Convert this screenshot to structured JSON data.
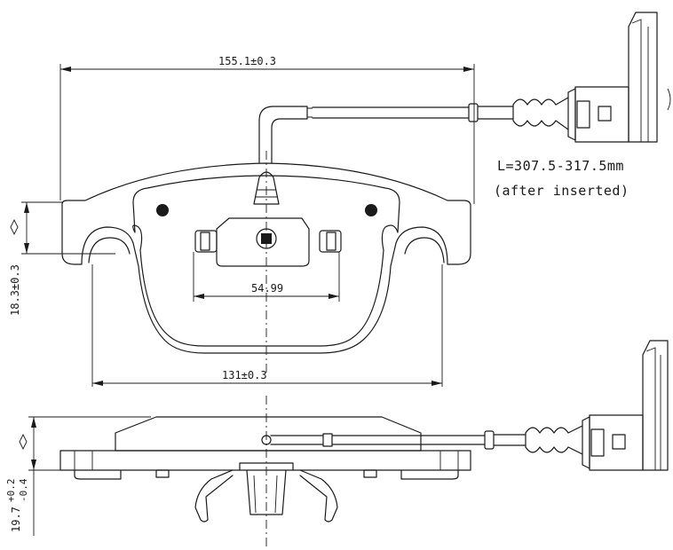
{
  "dimensions": {
    "top_width": "155.1±0.3",
    "center_spacing": "54.99",
    "bottom_width": "131±0.3",
    "height": "18.3±0.3",
    "thickness_nominal": "19.7",
    "thickness_plus": "+0.2",
    "thickness_minus": "-0.4",
    "parallel_symbol": "◇"
  },
  "sensor": {
    "length_label": "L=307.5-317.5mm",
    "note": "(after inserted)"
  }
}
